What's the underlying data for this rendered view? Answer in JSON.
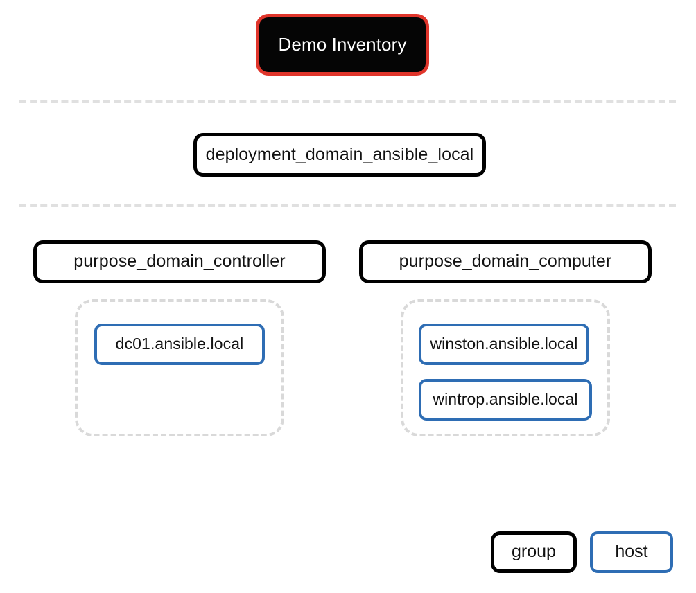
{
  "diagram": {
    "title": "Demo Inventory",
    "type": "ansible-inventory-tree",
    "root": {
      "label": "Demo Inventory",
      "kind": "inventory",
      "fill_color": "#050505",
      "text_color": "#ffffff",
      "border_color": "#e0352b"
    },
    "tier_divider_color": "#e0e0e0",
    "levels": [
      {
        "level": 1,
        "groups": [
          {
            "label": "deployment_domain_ansible_local",
            "kind": "group",
            "border_color": "#000000",
            "hosts": []
          }
        ]
      },
      {
        "level": 2,
        "groups": [
          {
            "label": "purpose_domain_controller",
            "kind": "group",
            "border_color": "#000000",
            "hosts": [
              {
                "label": "dc01.ansible.local",
                "kind": "host",
                "border_color": "#2e6db4"
              }
            ]
          },
          {
            "label": "purpose_domain_computer",
            "kind": "group",
            "border_color": "#000000",
            "hosts": [
              {
                "label": "winston.ansible.local",
                "kind": "host",
                "border_color": "#2e6db4"
              },
              {
                "label": "wintrop.ansible.local",
                "kind": "host",
                "border_color": "#2e6db4"
              }
            ]
          }
        ]
      }
    ]
  },
  "legend": {
    "items": [
      {
        "label": "group",
        "border_color": "#000000"
      },
      {
        "label": "host",
        "border_color": "#2e6db4"
      }
    ]
  }
}
